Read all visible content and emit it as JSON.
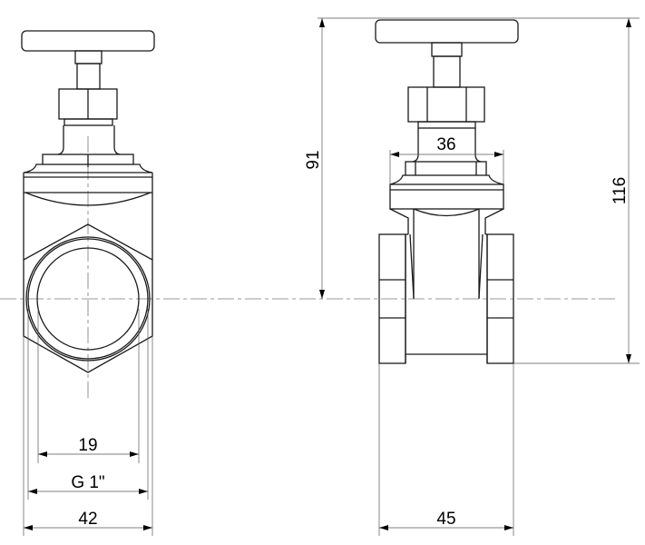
{
  "drawing": {
    "title": "Gate valve dimensional drawing",
    "dimensions": {
      "bore": "19",
      "thread": "G 1\"",
      "front_width": "42",
      "side_width": "45",
      "bonnet_width": "36",
      "center_height": "91",
      "total_height": "116"
    }
  }
}
